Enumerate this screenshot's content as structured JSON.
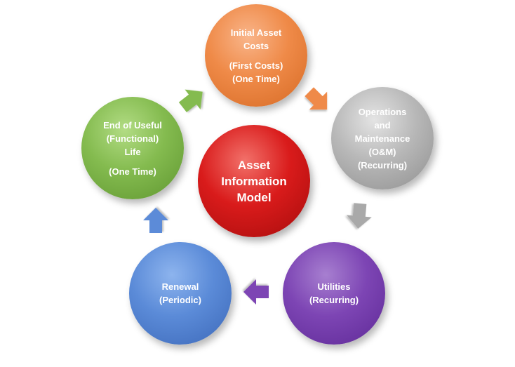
{
  "diagram": {
    "center": {
      "lines": [
        "Asset",
        "Information",
        "Model"
      ]
    },
    "nodes": [
      {
        "id": "initial",
        "lines": [
          "Initial Asset",
          "Costs"
        ],
        "sublines": [
          "(First Costs)",
          "(One Time)"
        ],
        "color": "#ef8a48"
      },
      {
        "id": "om",
        "lines": [
          "Operations",
          "and",
          "Maintenance",
          "(O&M)",
          "(Recurring)"
        ],
        "sublines": [],
        "color": "#b8b8b8"
      },
      {
        "id": "util",
        "lines": [
          "Utilities",
          "(Recurring)"
        ],
        "sublines": [],
        "color": "#7d45b4"
      },
      {
        "id": "renew",
        "lines": [
          "Renewal",
          "(Periodic)"
        ],
        "sublines": [],
        "color": "#5b8bd8"
      },
      {
        "id": "eol",
        "lines": [
          "End of Useful",
          "(Functional)",
          "Life"
        ],
        "sublines": [
          "(One Time)"
        ],
        "color": "#84bb4f"
      }
    ],
    "arrow_colors": {
      "initial_to_om": "#ef8a48",
      "om_to_util": "#a9a9a9",
      "util_to_renew": "#7d45b4",
      "renew_to_eol": "#5b8bd8",
      "eol_to_initial": "#84bb4f"
    }
  }
}
